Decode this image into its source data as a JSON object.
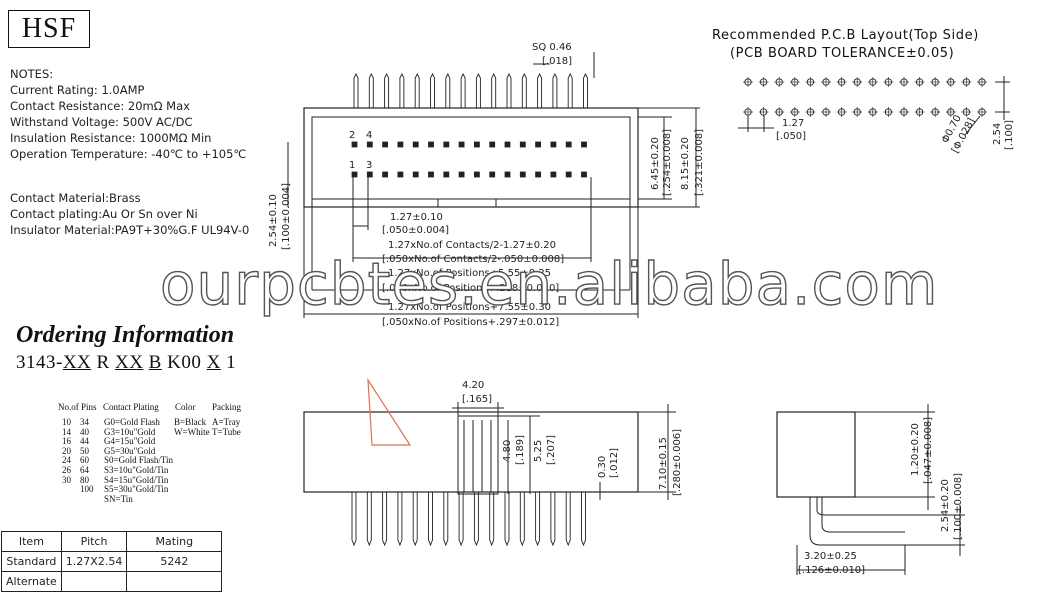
{
  "logo": "HSF",
  "notes": {
    "heading": "NOTES:",
    "lines": [
      "Current Rating: 1.0AMP",
      "Contact Resistance: 20mΩ Max",
      "Withstand Voltage: 500V AC/DC",
      "Insulation Resistance: 1000MΩ Min",
      "Operation Temperature: -40℃ to +105℃"
    ],
    "materials": [
      "Contact Material:Brass",
      "Contact plating:Au Or Sn over Ni",
      "Insulator Material:PA9T+30%G.F UL94V-0"
    ]
  },
  "pcb_layout": {
    "title": "Recommended P.C.B Layout(Top Side)",
    "subtitle": "(PCB BOARD TOLERANCE±0.05)",
    "pitch": "1.27",
    "pitch_in": "[.050]",
    "hole": "Φ0.70",
    "hole_in": "[Φ.028]",
    "row_spacing": "2.54",
    "row_spacing_in": "[.100]"
  },
  "top_view": {
    "sq": "SQ 0.46",
    "sq_in": "[.018]",
    "pin_labels": [
      "2",
      "4",
      "1",
      "3"
    ],
    "dim_645": "6.45±0.20",
    "dim_645_in": "[.254±0.008]",
    "dim_815": "8.15±0.20",
    "dim_815_in": "[.321±0.008]",
    "dim_254": "2.54±0.10",
    "dim_254_in": "[.100±0.004]",
    "dim_127": "1.27±0.10",
    "dim_127_in": "[.050±0.004]",
    "formula1": "1.27xNo.of Contacts/2-1.27±0.20",
    "formula1_in": "[.050xNo.of Contacts/2-.050±0.008]",
    "formula2": "1.27xNo.of Positions+5.55±0.25",
    "formula2_in": "[.050xNo.of Positions+.218±0.010]",
    "formula3": "1.27xNo.of Positions+7.55±0.30",
    "formula3_in": "[.050xNo.of Positions+.297±0.012]"
  },
  "watermark": "ourpcbtes.en.alibaba.com",
  "ordering": {
    "title": "Ordering Information",
    "code_parts": [
      "3143-",
      "XX",
      " R ",
      "XX",
      " ",
      "B",
      " K00 ",
      "X",
      " 1"
    ],
    "labels": [
      "No.of Pins",
      "Contact Plating",
      "Color",
      "Packing"
    ],
    "pins_col1": [
      "10",
      "14",
      "16",
      "20",
      "24",
      "26",
      "30"
    ],
    "pins_col2": [
      "34",
      "40",
      "44",
      "50",
      "60",
      "64",
      "80",
      "100"
    ],
    "plating": [
      "G0=Gold Flash",
      "G3=10u\"Gold",
      "G4=15u\"Gold",
      "G5=30u\"Gold",
      "S0=Gold Flash/Tin",
      "S3=10u\"Gold/Tin",
      "S4=15u\"Gold/Tin",
      "S5=30u\"Gold/Tin",
      "SN=Tin"
    ],
    "color": [
      "B=Black",
      "W=White"
    ],
    "packing": [
      "A=Tray",
      "T=Tube"
    ]
  },
  "front_view": {
    "width": "4.20",
    "width_in": "[.165]",
    "h480": "4.80",
    "h480_in": "[.189]",
    "h525": "5.25",
    "h525_in": "[.207]",
    "h030": "0.30",
    "h030_in": "[.012]",
    "h710": "7.10±0.15",
    "h710_in": "[.280±0.006]"
  },
  "side_view": {
    "d120": "1.20±0.20",
    "d120_in": "[.047±0.008]",
    "d254": "2.54±0.20",
    "d254_in": "[.100±0.008]",
    "d320": "3.20±0.25",
    "d320_in": "[.126±0.010]"
  },
  "mating_table": {
    "headers": [
      "Item",
      "Pitch",
      "Mating"
    ],
    "rows": [
      [
        "Standard",
        "1.27X2.54",
        "5242"
      ],
      [
        "Alternate",
        "",
        ""
      ]
    ]
  }
}
